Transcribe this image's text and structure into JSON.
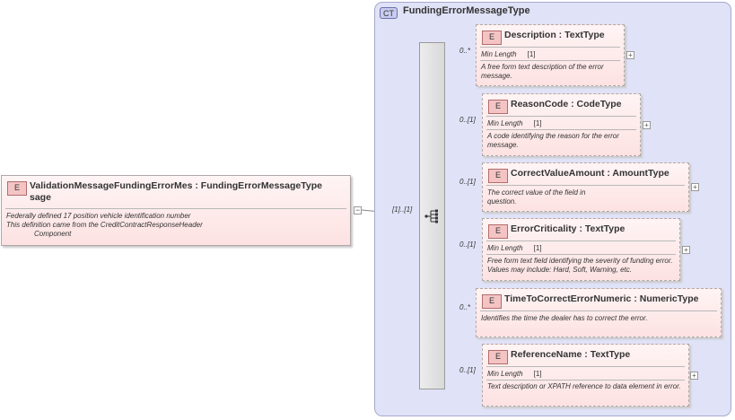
{
  "complex_type": {
    "badge": "CT",
    "name": "FundingErrorMessageType"
  },
  "root": {
    "badge": "E",
    "title_line1": "ValidationMessageFundingErrorMes : FundingErrorMessageType",
    "title_line2": "sage",
    "doc_line1": "Federally defined 17 position vehicle identification number",
    "doc_line2": "This definition came from the CreditContractResponseHeader",
    "doc_line3": "Component",
    "cardinality": "[1]..[1]",
    "collapse": "−"
  },
  "elements": [
    {
      "badge": "E",
      "title": "Description : TextType",
      "cardinality": "0..*",
      "facet_name": "Min Length",
      "facet_value": "[1]",
      "doc": "A free form text description of the error message.",
      "expand": "+"
    },
    {
      "badge": "E",
      "title": "ReasonCode : CodeType",
      "cardinality": "0..[1]",
      "facet_name": "Min Length",
      "facet_value": "[1]",
      "doc": "A code identifying the reason for the error message.",
      "expand": "+"
    },
    {
      "badge": "E",
      "title": "CorrectValueAmount : AmountType",
      "cardinality": "0..[1]",
      "facet_name": "",
      "facet_value": "",
      "doc": "The correct value of the field in question.",
      "expand": "+"
    },
    {
      "badge": "E",
      "title": "ErrorCriticality : TextType",
      "cardinality": "0..[1]",
      "facet_name": "Min Length",
      "facet_value": "[1]",
      "doc": "Free form text field identifying the severity of funding error. Values may include: Hard, Soft, Warning, etc.",
      "expand": "+"
    },
    {
      "badge": "E",
      "title": "TimeToCorrectErrorNumeric : NumericType",
      "cardinality": "0..*",
      "facet_name": "",
      "facet_value": "",
      "doc": "Identifies the time the dealer has to correct the error.",
      "expand": ""
    },
    {
      "badge": "E",
      "title": "ReferenceName : TextType",
      "cardinality": "0..[1]",
      "facet_name": "Min Length",
      "facet_value": "[1]",
      "doc": "Text description or XPATH reference to data element in error.",
      "expand": "+"
    }
  ],
  "colors": {
    "container": "#e0e2f7",
    "element_fill": "#fde2e2",
    "element_badge": "#f4c4c4",
    "connector": "#888888"
  },
  "icons": {
    "sequence": "sequence-compositor-icon"
  }
}
